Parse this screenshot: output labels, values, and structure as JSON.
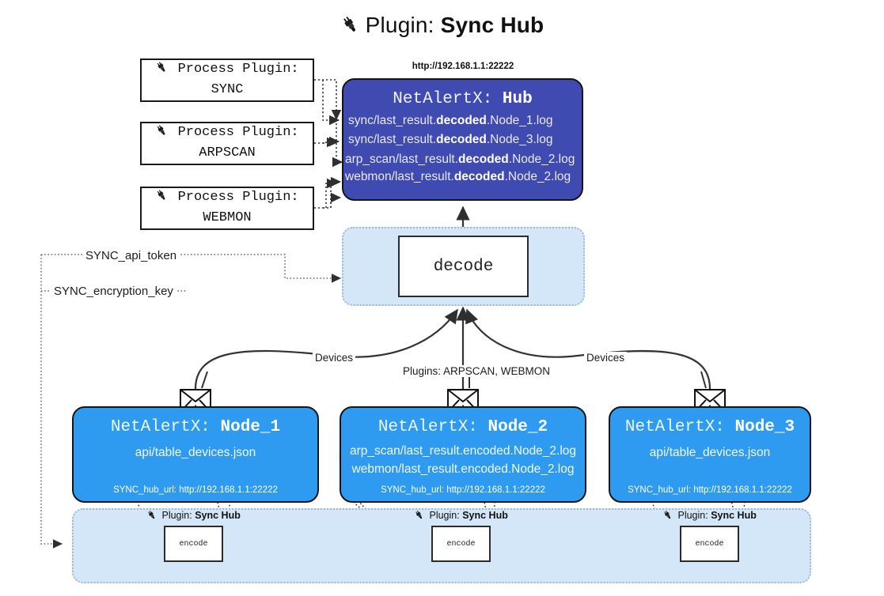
{
  "title": {
    "prefix": "Plugin: ",
    "name": "Sync Hub",
    "icon": "plug-icon"
  },
  "process_plugins": [
    {
      "line1": "Process Plugin:",
      "line2": "SYNC",
      "icon": "plug-icon"
    },
    {
      "line1": "Process Plugin:",
      "line2": "ARPSCAN",
      "icon": "plug-icon"
    },
    {
      "line1": "Process Plugin:",
      "line2": "WEBMON",
      "icon": "plug-icon"
    }
  ],
  "hub": {
    "url": "http://192.168.1.1:22222",
    "title_prefix": "NetAlertX: ",
    "title_name": "Hub",
    "lines": [
      {
        "pre": "sync/last_result.",
        "mid": "decoded",
        "post": ".Node_1.log"
      },
      {
        "pre": "sync/last_result.",
        "mid": "decoded",
        "post": ".Node_3.log"
      },
      {
        "pre": "arp_scan/last_result.",
        "mid": "decoded",
        "post": ".Node_2.log"
      },
      {
        "pre": "webmon/last_result.",
        "mid": "decoded",
        "post": ".Node_2.log"
      }
    ]
  },
  "decode": {
    "label": "decode"
  },
  "config_labels": {
    "api_token": "SYNC_api_token",
    "encryption_key": "SYNC_encryption_key"
  },
  "edge_labels": {
    "devices_left": "Devices",
    "devices_right": "Devices",
    "plugins_center": "Plugins: ARPSCAN, WEBMON"
  },
  "nodes": [
    {
      "title_prefix": "NetAlertX: ",
      "title_name": "Node_1",
      "lines": [
        "api/table_devices.json"
      ],
      "footer": "SYNC_hub_url: http://192.168.1.1:22222",
      "envelope_icon": "envelope-icon"
    },
    {
      "title_prefix": "NetAlertX: ",
      "title_name": "Node_2",
      "lines": [
        "arp_scan/last_result.encoded.Node_2.log",
        "webmon/last_result.encoded.Node_2.log"
      ],
      "footer": "SYNC_hub_url: http://192.168.1.1:22222",
      "envelope_icon": "envelope-icon"
    },
    {
      "title_prefix": "NetAlertX: ",
      "title_name": "Node_3",
      "lines": [
        "api/table_devices.json"
      ],
      "footer": "SYNC_hub_url: http://192.168.1.1:22222",
      "envelope_icon": "envelope-icon"
    }
  ],
  "encoders": [
    {
      "caption_prefix": "Plugin: ",
      "caption_name": "Sync Hub",
      "label": "encode",
      "icon": "plug-icon"
    },
    {
      "caption_prefix": "Plugin: ",
      "caption_name": "Sync Hub",
      "label": "encode",
      "icon": "plug-icon"
    },
    {
      "caption_prefix": "Plugin: ",
      "caption_name": "Sync Hub",
      "label": "encode",
      "icon": "plug-icon"
    }
  ],
  "colors": {
    "hub": "#3f4bb0",
    "node": "#2e9bf0",
    "container": "#d4e7f8",
    "container_border": "#9fb9cf",
    "stroke": "#333333"
  }
}
